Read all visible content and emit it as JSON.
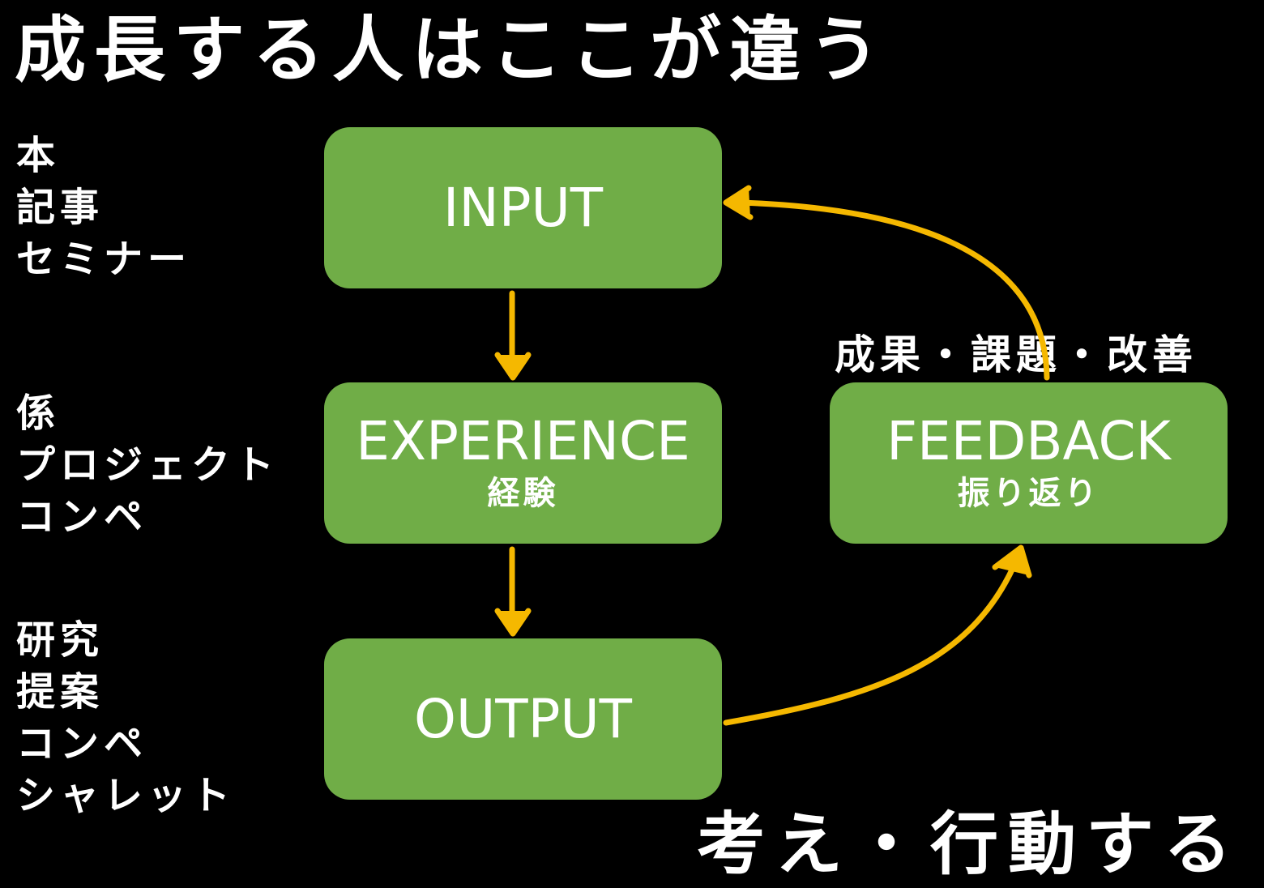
{
  "title": "成長する人はここが違う",
  "colors": {
    "background": "#000000",
    "box": "#70ad47",
    "arrow": "#f5b800",
    "text": "#ffffff"
  },
  "side_lists": {
    "input": [
      "本",
      "記事",
      "セミナー"
    ],
    "experience": [
      "係",
      "プロジェクト",
      "コンペ"
    ],
    "output": [
      "研究",
      "提案",
      "コンペ",
      "シャレット"
    ]
  },
  "boxes": {
    "input": {
      "label": "INPUT"
    },
    "experience": {
      "label": "EXPERIENCE",
      "sub": "経験"
    },
    "output": {
      "label": "OUTPUT"
    },
    "feedback": {
      "label": "FEEDBACK",
      "sub": "振り返り"
    }
  },
  "feedback_note": "成果・課題・改善",
  "slogan": "考え・行動する"
}
